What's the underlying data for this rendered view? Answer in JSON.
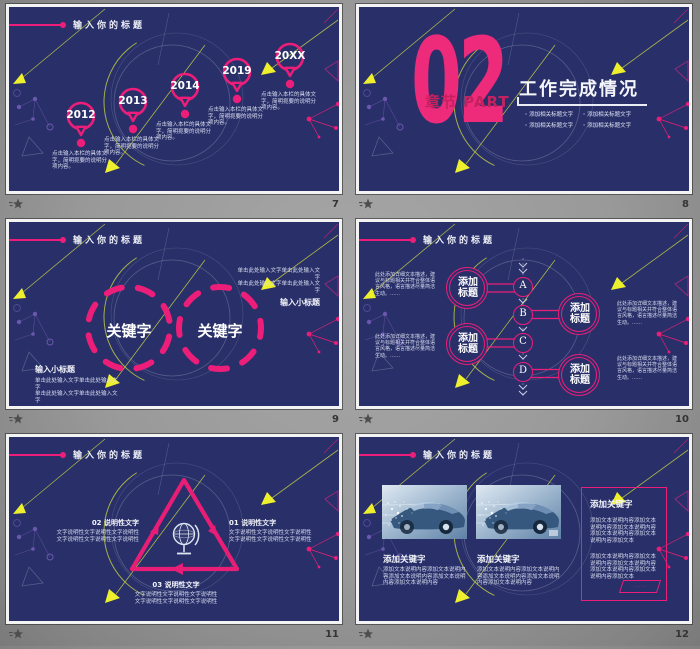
{
  "colors": {
    "slide_background": "#293069",
    "accent_pink": "#ec1e79",
    "accent_dark_pink": "#c6215f",
    "accent_yellow": "#eef02e",
    "line_yellow": "#b9c546",
    "text_light": "#e8ebf5",
    "page_gray": "#999999"
  },
  "icons": {
    "bullet": "·",
    "transition_star": "star-with-motion-lines",
    "more_dots": "·····"
  },
  "slides": [
    {
      "number": "7",
      "title": "输入你的标题",
      "milestones": [
        {
          "year": "2012",
          "desc": "点击输入本栏的具体文字，简明扼要的说明分项内容。"
        },
        {
          "year": "2013",
          "desc": "点击输入本栏的具体文字，简明扼要的说明分项内容。"
        },
        {
          "year": "2014",
          "desc": "点击输入本栏的具体文字，简明扼要的说明分项内容。"
        },
        {
          "year": "2019",
          "desc": "点击输入本栏的具体文字，简明扼要的说明分项内容。"
        },
        {
          "year": "20XX",
          "desc": "点击输入本栏的具体文字，简明扼要的说明分项内容。"
        }
      ]
    },
    {
      "number": "8",
      "big_number": "02",
      "chapter_label": "章节 PART",
      "heading": "工作完成情况",
      "bullets": [
        "添加相关标题文字",
        "添加相关标题文字",
        "添加相关标题文字",
        "添加相关标题文字"
      ]
    },
    {
      "number": "9",
      "title": "输入你的标题",
      "rings": [
        "关键字",
        "关键字"
      ],
      "note_top": {
        "line1": "单击此处输入文字单击此处输入文字",
        "line2": "单击此处输入文字单击此处输入文字",
        "subtitle": "输入小标题"
      },
      "note_bottom": {
        "subtitle": "输入小标题",
        "line1": "单击此处输入文字单击此处输入文字",
        "line2": "单击此处输入文字单击此处输入文字"
      }
    },
    {
      "number": "10",
      "title": "输入你的标题",
      "steps": [
        {
          "letter": "A",
          "circle_label": "添加标题",
          "desc": "此处添加详细文本描述，建议与标题相关并符合整体语言风格，语言描述尽量简洁生动。……"
        },
        {
          "letter": "B",
          "circle_label": "添加标题",
          "desc": "此处添加详细文本描述，建议与标题相关并符合整体语言风格，语言描述尽量简洁生动。……"
        },
        {
          "letter": "C",
          "circle_label": "添加标题",
          "desc": "此处添加详细文本描述，建议与标题相关并符合整体语言风格，语言描述尽量简洁生动。……"
        },
        {
          "letter": "D",
          "circle_label": "添加标题",
          "desc": "此处添加详细文本描述，建议与标题相关并符合整体语言风格，语言描述尽量简洁生动。……"
        }
      ]
    },
    {
      "number": "11",
      "title": "输入你的标题",
      "cycle": [
        {
          "num": "01",
          "label": "说明性文字",
          "line1": "文字说明性文字说明性文字说明性",
          "line2": "文字说明性文字说明性文字说明性"
        },
        {
          "num": "02",
          "label": "说明性文字",
          "line1": "文字说明性文字说明性文字说明性",
          "line2": "文字说明性文字说明性文字说明性"
        },
        {
          "num": "03",
          "label": "说明性文字",
          "line1": "文字说明性文字说明性文字说明性",
          "line2": "文字说明性文字说明性文字说明性"
        }
      ]
    },
    {
      "number": "12",
      "title": "输入你的标题",
      "cards": [
        {
          "keyword": "添加关键字",
          "desc": "添加文本说明内容添加文本说明内容添加文本说明内容添加文本说明内容添加文本说明内容"
        },
        {
          "keyword": "添加关键字",
          "desc": "添加文本说明内容添加文本说明内容添加文本说明内容添加文本说明内容添加文本说明内容"
        }
      ],
      "panel": {
        "keyword": "添加关键字",
        "para1": "添加文本说明内容添加文本说明内容添加文本说明内容添加文本说明内容添加文本说明内容添加文本",
        "para2": "添加文本说明内容添加文本说明内容添加文本说明内容添加文本说明内容添加文本说明内容添加文本",
        "more": "·····"
      }
    }
  ]
}
